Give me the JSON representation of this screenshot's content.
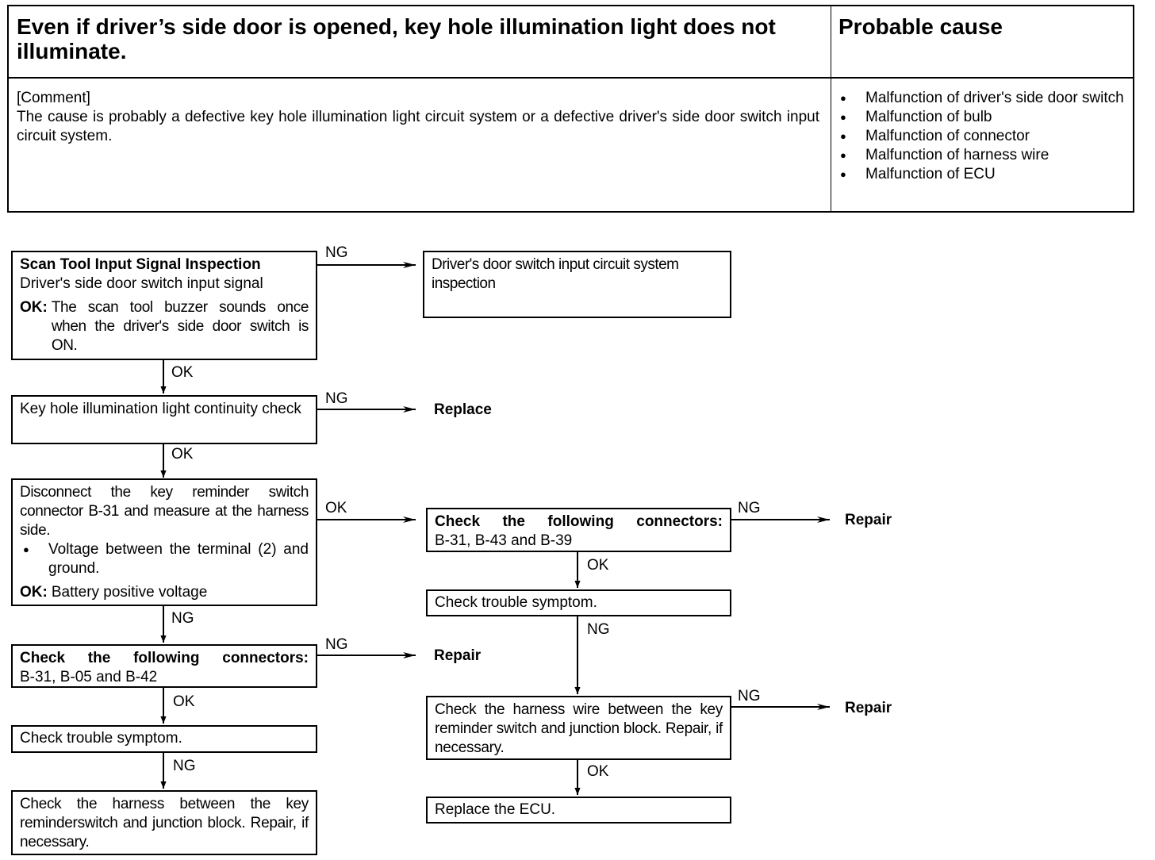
{
  "header": {
    "title": "Even if driver’s side door is opened, key hole illumination light does not illuminate.",
    "probable_cause_title": "Probable cause",
    "comment_label": "[Comment]",
    "comment_text": "The cause is probably a defective key hole illumination light circuit system or a defective driver's side door switch input circuit system.",
    "causes": [
      "Malfunction of driver's side door switch",
      "Malfunction of bulb",
      "Malfunction of connector",
      "Malfunction of harness wire",
      "Malfunction of ECU"
    ]
  },
  "flow": {
    "step1": {
      "title": "Scan Tool Input Signal Inspection",
      "subtitle": "Driver's side door switch input signal",
      "ok_label": "OK:",
      "ok_text": "The scan tool buzzer sounds once when the driver's side door switch is ON."
    },
    "step1_ng_result": "Driver's door switch input circuit system inspection",
    "step2": {
      "text": "Key hole illumination light continuity check"
    },
    "step2_ng_result": "Replace",
    "step3": {
      "text": "Disconnect the key reminder switch connector B-31 and measure at the harness side.",
      "bullet": "Voltage between the terminal (2) and ground.",
      "ok_label": "OK:",
      "ok_text": "Battery positive voltage"
    },
    "step4": {
      "title": "Check the following connectors:",
      "text": "B-31, B-05 and B-42"
    },
    "step4_ng_result": "Repair",
    "step5": {
      "text": "Check trouble symptom."
    },
    "step6": {
      "text": "Check the harness between the key reminderswitch and junction block. Repair, if necessary."
    },
    "right1": {
      "title": "Check the following connectors:",
      "text": "B-31, B-43 and B-39"
    },
    "right1_ng_result": "Repair",
    "right2": {
      "text": "Check trouble symptom."
    },
    "right3": {
      "text": "Check the harness wire between the key reminder switch and junction block. Repair, if necessary."
    },
    "right3_ng_result": "Repair",
    "right4": {
      "text": "Replace the ECU."
    },
    "labels": {
      "ng": "NG",
      "ok": "OK"
    }
  }
}
